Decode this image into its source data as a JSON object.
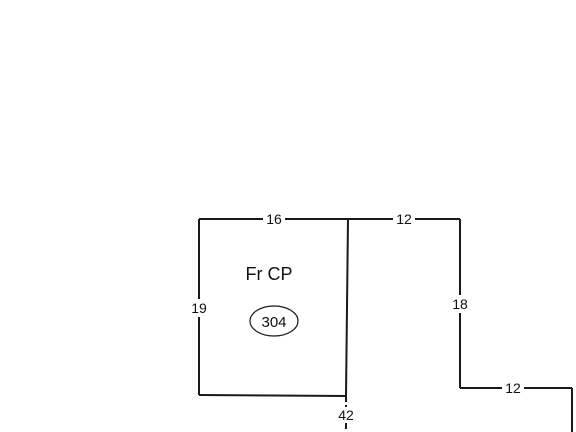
{
  "sketch": {
    "areas": [
      {
        "label": "Fr CP",
        "value": "304"
      }
    ],
    "dimensions": {
      "top_left": "16",
      "top_right": "12",
      "left": "19",
      "right_upper": "18",
      "right_step": "12",
      "bottom_vertical": "42"
    },
    "partial_label": "-"
  }
}
